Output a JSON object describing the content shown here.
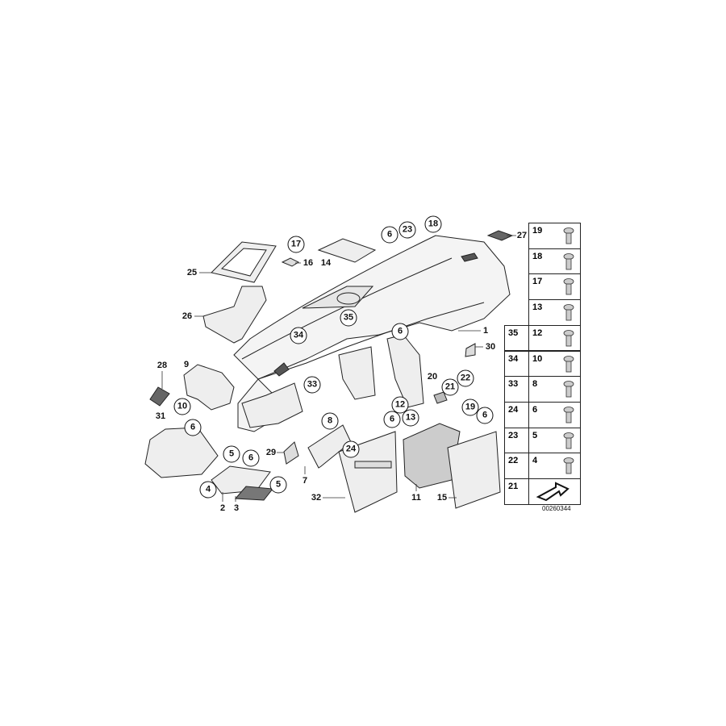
{
  "diagram_code": "00260344",
  "callouts": [
    "25",
    "26",
    "17",
    "16",
    "14",
    "6",
    "23",
    "18",
    "27",
    "35",
    "34",
    "6",
    "1",
    "30",
    "28",
    "9",
    "10",
    "33",
    "31",
    "6",
    "20",
    "21",
    "22",
    "12",
    "13",
    "19",
    "6",
    "8",
    "6",
    "29",
    "5",
    "6",
    "24",
    "5",
    "4",
    "2",
    "3",
    "7",
    "32",
    "11",
    "15"
  ],
  "parts_table": {
    "right_column": [
      "19",
      "18",
      "17",
      "13",
      "12",
      "10",
      "8",
      "6",
      "5",
      "4",
      ""
    ],
    "left_column": [
      "35",
      "34",
      "33",
      "24",
      "23",
      "22",
      "21"
    ],
    "arrow_icon": "direction-arrow-icon"
  }
}
